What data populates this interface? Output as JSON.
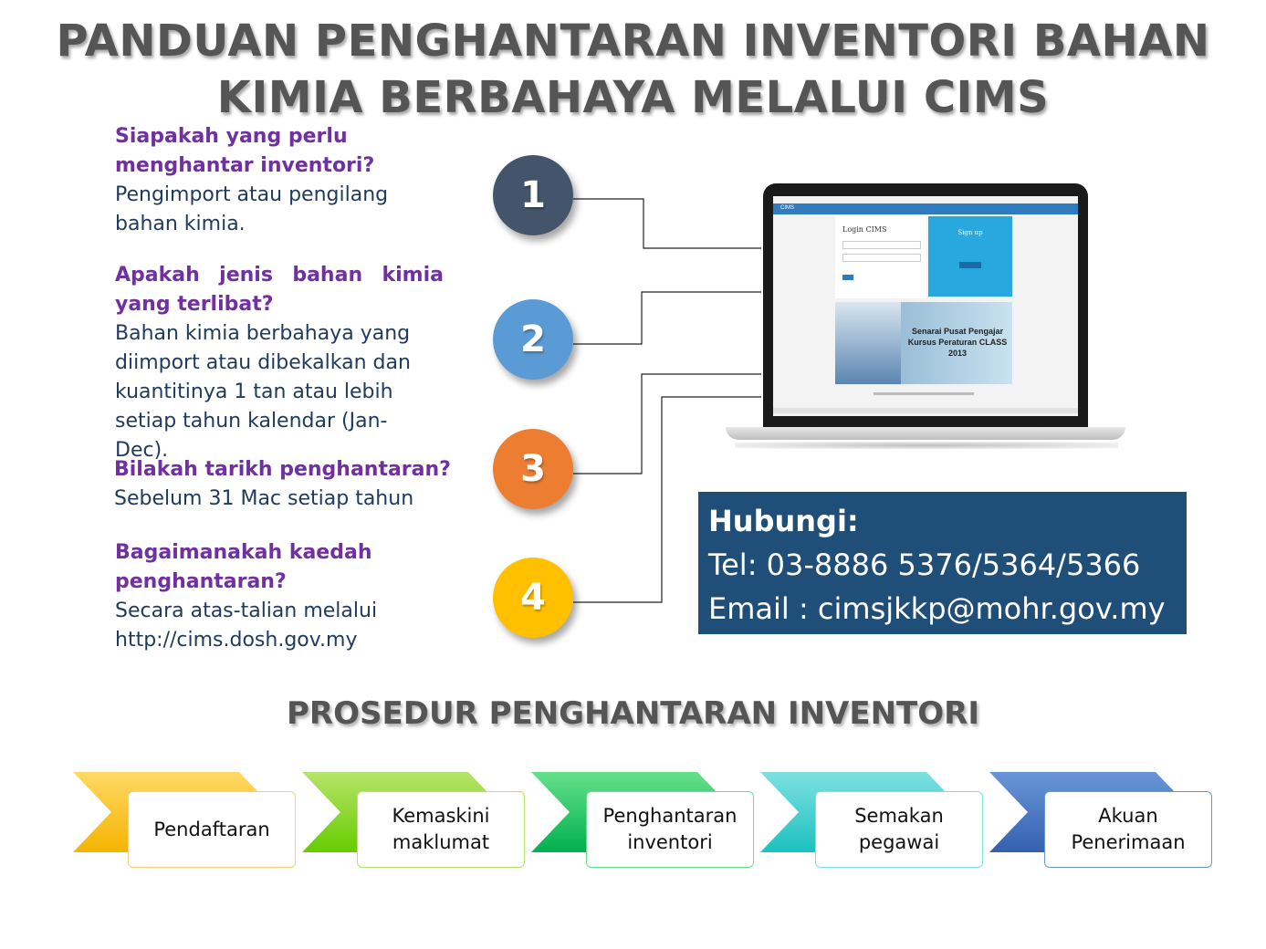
{
  "title": {
    "line1": "PANDUAN PENGHANTARAN INVENTORI BAHAN",
    "line2": "KIMIA BERBAHAYA MELALUI CIMS"
  },
  "faq": [
    {
      "q": "Siapakah yang perlu menghantar inventori?",
      "a": "Pengimport atau pengilang bahan kimia."
    },
    {
      "q": "Apakah jenis bahan kimia yang terlibat?",
      "a": "Bahan kimia berbahaya yang diimport atau dibekalkan dan kuantitinya 1 tan atau lebih setiap tahun kalendar (Jan-Dec)."
    },
    {
      "q": "Bilakah tarikh penghantaran?",
      "a": "Sebelum 31 Mac setiap tahun"
    },
    {
      "q": "Bagaimanakah kaedah penghantaran?",
      "a": "Secara atas-talian melalui http://cims.dosh.gov.my"
    }
  ],
  "numbers": [
    "1",
    "2",
    "3",
    "4"
  ],
  "colors": {
    "circle1": "#44546a",
    "circle2": "#5b9bd5",
    "circle3": "#ed7d31",
    "circle4": "#ffc000",
    "question": "#7030a0",
    "contact_bg": "#1f4e79"
  },
  "screen": {
    "logo": "CIMS",
    "login_title": "Login CIMS",
    "signup_title": "Sign up",
    "banner_text": "Senarai Pusat Pengajar Kursus Peraturan CLASS 2013"
  },
  "contact": {
    "heading": "Hubungi:",
    "tel": "Tel: 03-8886 5376/5364/5366",
    "email": "Email : cimsjkkp@mohr.gov.my"
  },
  "procedure": {
    "title": "PROSEDUR PENGHANTARAN INVENTORI",
    "steps": [
      {
        "label": "Pendaftaran",
        "color": "#ffc000"
      },
      {
        "label": "Kemaskini\nmaklumat",
        "color": "#92d050"
      },
      {
        "label": "Penghantaran\ninventori",
        "color": "#00b050"
      },
      {
        "label": "Semakan\npegawai",
        "color": "#33cccc"
      },
      {
        "label": "Akuan\nPenerimaan",
        "color": "#4472c4"
      }
    ]
  }
}
